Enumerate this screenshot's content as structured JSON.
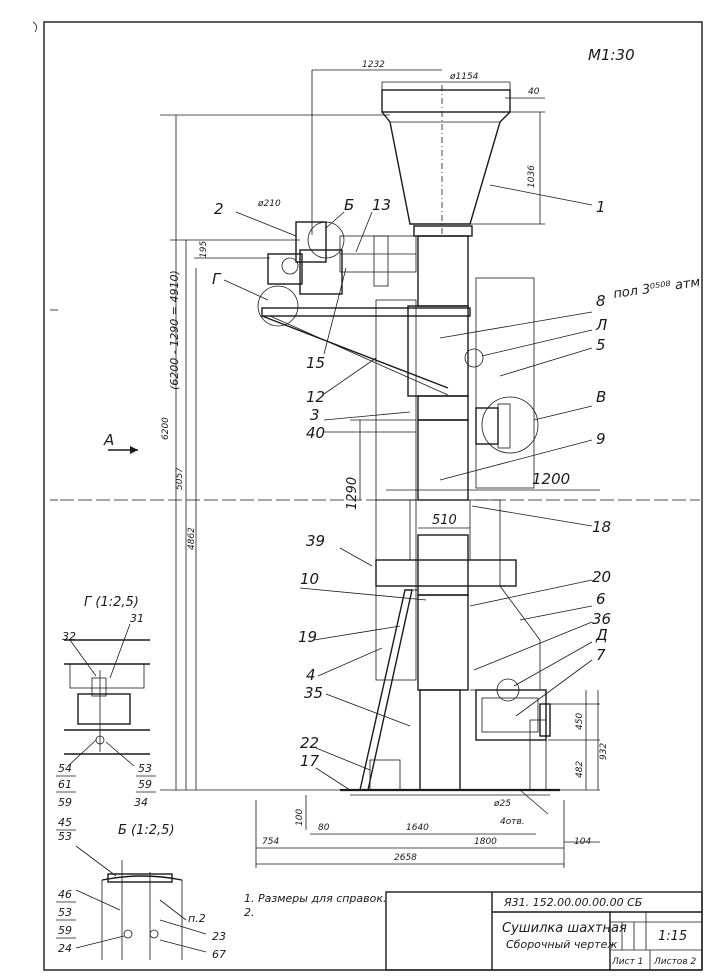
{
  "scale": "M1:30",
  "dimensions": {
    "d1232": "1232",
    "d1154": "ø1154",
    "d40": "40",
    "d1036": "1036",
    "d210": "ø210",
    "d195": "195",
    "d6200": "6200",
    "d_expr": "(6200 - 1290 = 4910)",
    "d5057": "5057",
    "d4862": "4862",
    "d1290": "1290",
    "d1200": "1200",
    "d510": "510",
    "d450": "450",
    "d932": "932",
    "d482": "482",
    "d25": "ø25",
    "d4otv": "4отв.",
    "d100": "100",
    "d80": "80",
    "d1640": "1640",
    "d1800": "1800",
    "d104": "104",
    "d754": "754",
    "d2658": "2658"
  },
  "callouts": {
    "c1": "1",
    "c2": "2",
    "c3": "3",
    "c4": "4",
    "c5": "5",
    "c6": "6",
    "c7": "7",
    "c8": "8",
    "c9": "9",
    "c10": "10",
    "c12": "12",
    "c13": "13",
    "c15": "15",
    "c17": "17",
    "c18": "18",
    "c19": "19",
    "c20": "20",
    "c22": "22",
    "c35": "35",
    "c36": "36",
    "c39": "39",
    "c40": "40",
    "cB": "Б",
    "cG": "Г",
    "cL": "Л",
    "cV": "В",
    "cD": "Д",
    "view": "А",
    "note_pol": "пол 3⁰⁵⁰⁸ атм"
  },
  "detail_g": {
    "title": "Г (1:2,5)",
    "labels": [
      "32",
      "31",
      "54",
      "61",
      "59",
      "53",
      "59",
      "34"
    ]
  },
  "detail_b": {
    "title": "Б (1:2,5)",
    "labels": [
      "45",
      "53",
      "46",
      "53",
      "59",
      "24",
      "п.2",
      "23",
      "67"
    ]
  },
  "notes": {
    "n1": "1. Размеры для справок.",
    "n2": "2."
  },
  "title_block": {
    "code": "Я31. 152.00.00.00.00 СБ",
    "name_line1": "Сушилка шахтная",
    "name_line2": "Сборочный чертеж",
    "scale": "1:15",
    "sheet": "Лист 1",
    "sheets": "Листов 2"
  }
}
